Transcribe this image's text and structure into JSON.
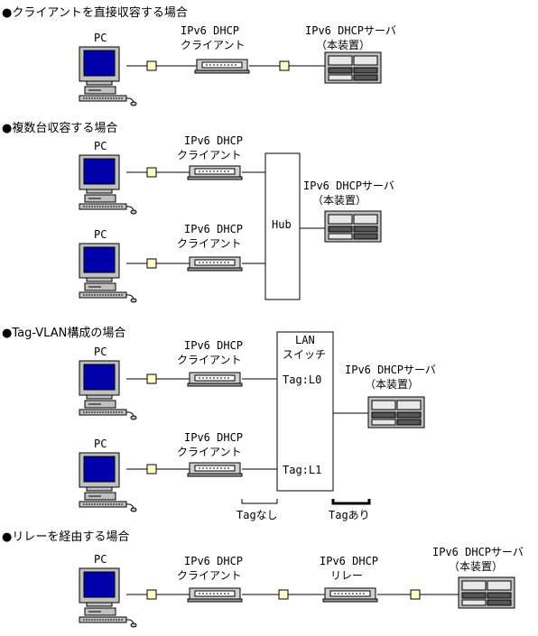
{
  "sections": {
    "direct": {
      "heading": "●クライアントを直接収容する場合"
    },
    "multiple": {
      "heading": "●複数台収容する場合"
    },
    "tagvlan": {
      "heading": "●Tag-VLAN構成の場合"
    },
    "relay": {
      "heading": "●リレーを経由する場合"
    }
  },
  "labels": {
    "pc": "PC",
    "client_line1": "IPv6 DHCP",
    "client_line2": "クライアント",
    "server_line1": "IPv6 DHCPサーバ",
    "server_line2": "（本装置）",
    "hub": "Hub",
    "lan_switch_line1": "LAN",
    "lan_switch_line2": "スイッチ",
    "tag_l0": "Tag:L0",
    "tag_l1": "Tag:L1",
    "untagged": "Tagなし",
    "tagged": "Tagあり",
    "relay_line1": "IPv6 DHCP",
    "relay_line2": "リレー"
  }
}
